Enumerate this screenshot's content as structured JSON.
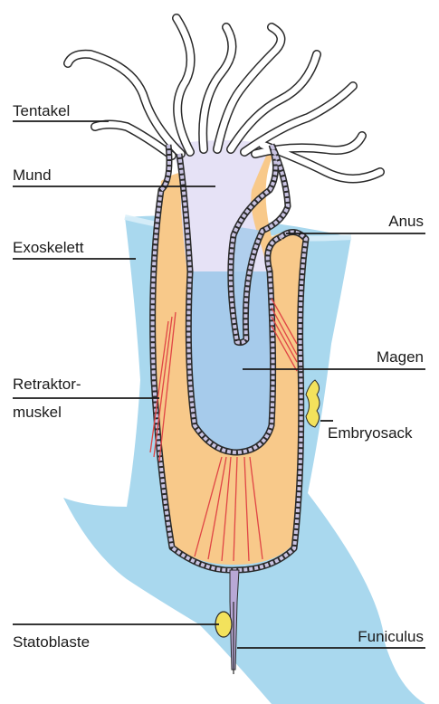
{
  "diagram": {
    "labels": {
      "tentakel": "Tentakel",
      "mund": "Mund",
      "exoskelett": "Exoskelett",
      "retraktor_line1": "Retraktor-",
      "retraktor_line2": "muskel",
      "anus": "Anus",
      "magen": "Magen",
      "embryosack": "Embryosack",
      "statoblaste": "Statoblaste",
      "funiculus": "Funiculus"
    },
    "colors": {
      "exoskeleton": "#a9d8ee",
      "body_cavity": "#f8c98a",
      "stomach": "#a6cbeb",
      "tentacle_fill": "#ffffff",
      "mouth_area": "#e6e2f6",
      "wall_fill": "#c9c3e2",
      "muscle": "#e04545",
      "statoblast": "#f3e25c",
      "embryo_sac": "#f3e25c",
      "funiculus": "#b8a8d6",
      "outline": "#2a2a2a"
    }
  }
}
